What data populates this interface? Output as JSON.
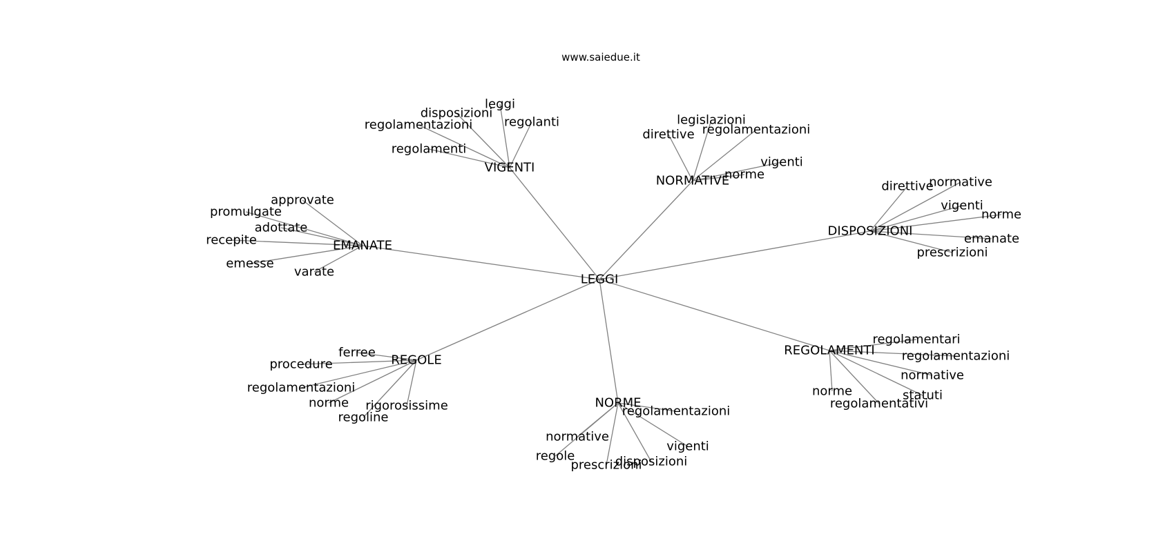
{
  "title": "www.saiedue.it",
  "colors": {
    "edge": "#808080",
    "text": "#000000",
    "background": "#ffffff"
  },
  "root": "LEGGI",
  "groups": [
    {
      "hub": "VIGENTI",
      "leaves": [
        "leggi",
        "disposizioni",
        "regolamentazioni",
        "regolanti",
        "regolamenti"
      ]
    },
    {
      "hub": "NORMATIVE",
      "leaves": [
        "legislazioni",
        "direttive",
        "regolamentazioni",
        "vigenti",
        "norme"
      ]
    },
    {
      "hub": "DISPOSIZIONI",
      "leaves": [
        "direttive",
        "normative",
        "vigenti",
        "norme",
        "emanate",
        "prescrizioni"
      ]
    },
    {
      "hub": "EMANATE",
      "leaves": [
        "approvate",
        "promulgate",
        "adottate",
        "recepite",
        "emesse",
        "varate"
      ]
    },
    {
      "hub": "REGOLE",
      "leaves": [
        "ferree",
        "procedure",
        "regolamentazioni",
        "norme",
        "rigorosissime",
        "regoline"
      ]
    },
    {
      "hub": "NORME",
      "leaves": [
        "regolamentazioni",
        "normative",
        "regole",
        "prescrizioni",
        "disposizioni",
        "vigenti"
      ]
    },
    {
      "hub": "REGOLAMENTI",
      "leaves": [
        "regolamentari",
        "regolamentazioni",
        "normative",
        "statuti",
        "norme",
        "regolamentativi"
      ]
    }
  ]
}
